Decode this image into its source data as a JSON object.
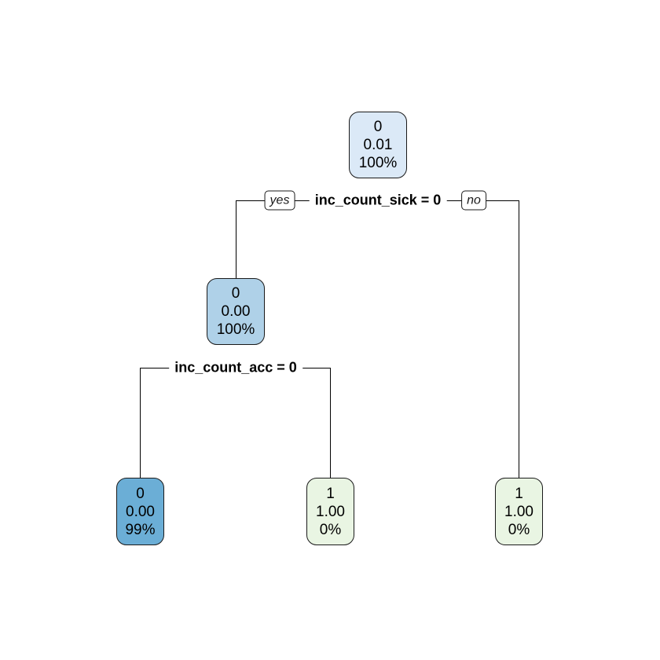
{
  "plot": {
    "background": "#FFFFFF",
    "line_color": "#000000",
    "node_border_color": "#1A1A1A"
  },
  "splits": [
    {
      "label": "inc_count_sick = 0",
      "yes": "yes",
      "no": "no"
    },
    {
      "label": "inc_count_acc = 0"
    }
  ],
  "nodes": [
    {
      "role": "root",
      "class": "0",
      "prob": "0.01",
      "coverage": "100%",
      "fill": "#DBE9F7"
    },
    {
      "role": "internal",
      "class": "0",
      "prob": "0.00",
      "coverage": "100%",
      "fill": "#AFD1E8"
    },
    {
      "role": "leaf",
      "class": "0",
      "prob": "0.00",
      "coverage": "99%",
      "fill": "#6BAED6"
    },
    {
      "role": "leaf",
      "class": "1",
      "prob": "1.00",
      "coverage": "0%",
      "fill": "#E9F5E3"
    },
    {
      "role": "leaf",
      "class": "1",
      "prob": "1.00",
      "coverage": "0%",
      "fill": "#E9F5E3"
    }
  ]
}
